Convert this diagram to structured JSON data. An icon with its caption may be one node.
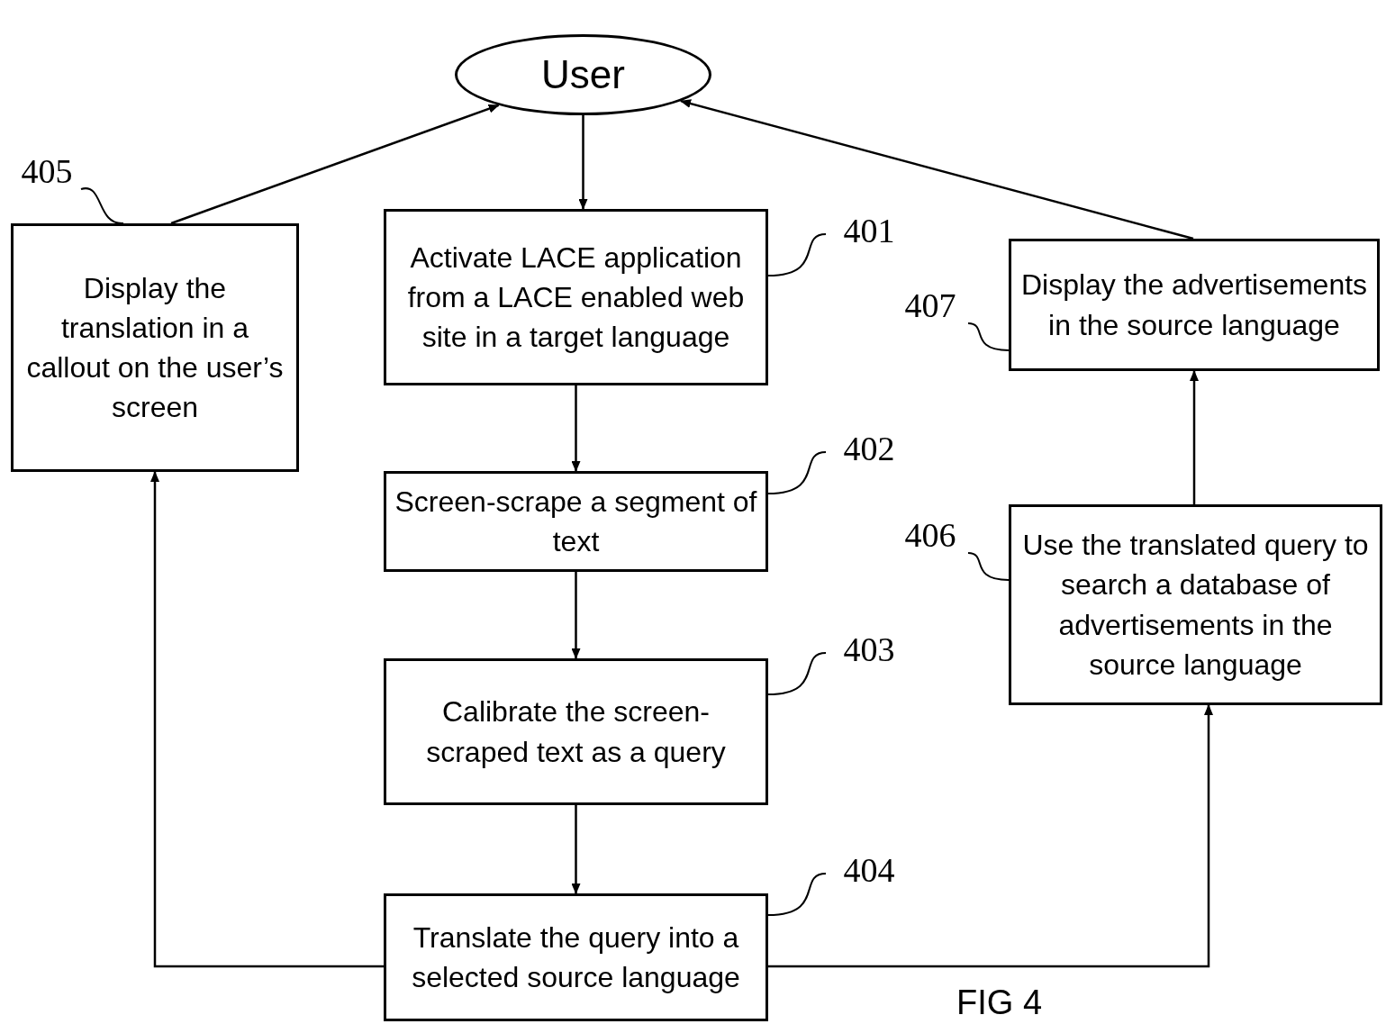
{
  "diagram": {
    "caption": "FIG 4",
    "nodes": [
      {
        "text": [
          "User"
        ]
      },
      {
        "text": [
          "Activate LACE application from a LACE enabled web site in a target language"
        ]
      },
      {
        "text": [
          "Screen-scrape a segment of text"
        ]
      },
      {
        "text": [
          "Calibrate the screen-scraped text as a query"
        ]
      },
      {
        "text": [
          "Translate the query into a selected source language"
        ]
      },
      {
        "text": [
          "Display the translation in a callout on the user’s screen"
        ]
      },
      {
        "text": [
          "Use the translated query to search a database of advertisements in the source language"
        ]
      },
      {
        "text": [
          "Display the advertisements in the source language"
        ]
      },
      {
        "text": [
          "401"
        ]
      },
      {
        "text": [
          "402"
        ]
      },
      {
        "text": [
          "403"
        ]
      },
      {
        "text": [
          "404"
        ]
      },
      {
        "text": [
          "405"
        ]
      },
      {
        "text": [
          "406"
        ]
      },
      {
        "text": [
          "407"
        ]
      }
    ],
    "edges": [
      {
        "from": 0,
        "to": 1,
        "arrow": "to"
      },
      {
        "from": 1,
        "to": 2,
        "arrow": "to"
      },
      {
        "from": 2,
        "to": 3,
        "arrow": "to"
      },
      {
        "from": 3,
        "to": 4,
        "arrow": "to"
      },
      {
        "from": 4,
        "to": 5,
        "arrow": "to"
      },
      {
        "from": 4,
        "to": 6,
        "arrow": "to"
      },
      {
        "from": 6,
        "to": 7,
        "arrow": "to"
      },
      {
        "from": 5,
        "to": 0,
        "arrow": "to"
      },
      {
        "from": 7,
        "to": 0,
        "arrow": "to"
      },
      {
        "from": 8,
        "to": 1,
        "arrow": "none"
      },
      {
        "from": 9,
        "to": 2,
        "arrow": "none"
      },
      {
        "from": 10,
        "to": 3,
        "arrow": "none"
      },
      {
        "from": 11,
        "to": 4,
        "arrow": "none"
      },
      {
        "from": 12,
        "to": 5,
        "arrow": "none"
      },
      {
        "from": 13,
        "to": 6,
        "arrow": "none"
      },
      {
        "from": 14,
        "to": 7,
        "arrow": "none"
      }
    ]
  }
}
